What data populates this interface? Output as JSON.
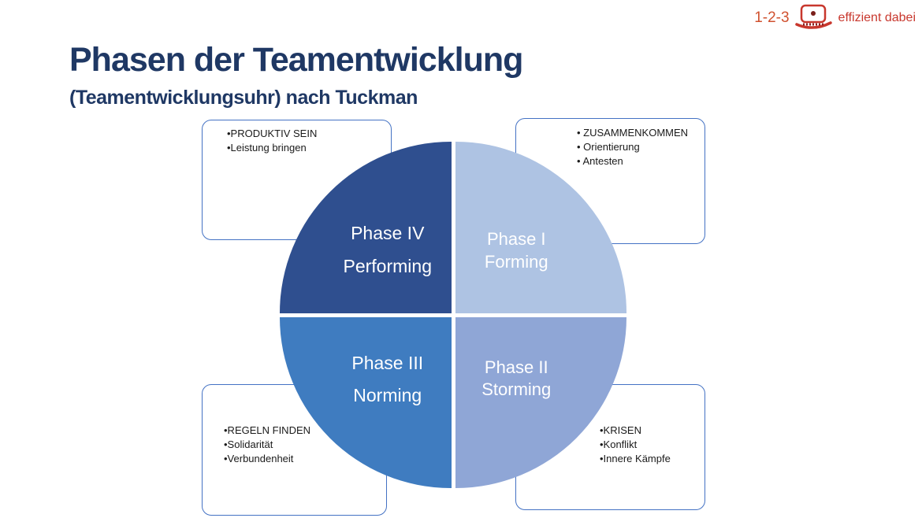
{
  "header": {
    "title": "Phasen der Teamentwicklung",
    "subtitle": "(Teamentwicklungsuhr) nach Tuckman"
  },
  "logo": {
    "numbers": "1-2-3",
    "tagline": "effizient dabei"
  },
  "colors": {
    "title_navy": "#1f3864",
    "box_border": "#4472c4",
    "logo_red": "#c8372d",
    "phase1": "#aec3e3",
    "phase2": "#8fa6d6",
    "phase3": "#3f7cc0",
    "phase4": "#2f4f8f"
  },
  "quadrants": {
    "phase4": {
      "name": "Phase IV",
      "stage": "Performing"
    },
    "phase1": {
      "name": "Phase I",
      "stage": "Forming"
    },
    "phase3": {
      "name": "Phase III",
      "stage": "Norming"
    },
    "phase2": {
      "name": "Phase II",
      "stage": "Storming"
    }
  },
  "notes": {
    "performing": [
      "•PRODUKTIV SEIN",
      "•Leistung bringen"
    ],
    "forming": [
      "• ZUSAMMENKOMMEN",
      "• Orientierung",
      "• Antesten"
    ],
    "norming": [
      "•REGELN FINDEN",
      "•Solidarität",
      "•Verbundenheit"
    ],
    "storming": [
      "•KRISEN",
      "•Konflikt",
      "•Innere Kämpfe"
    ]
  }
}
